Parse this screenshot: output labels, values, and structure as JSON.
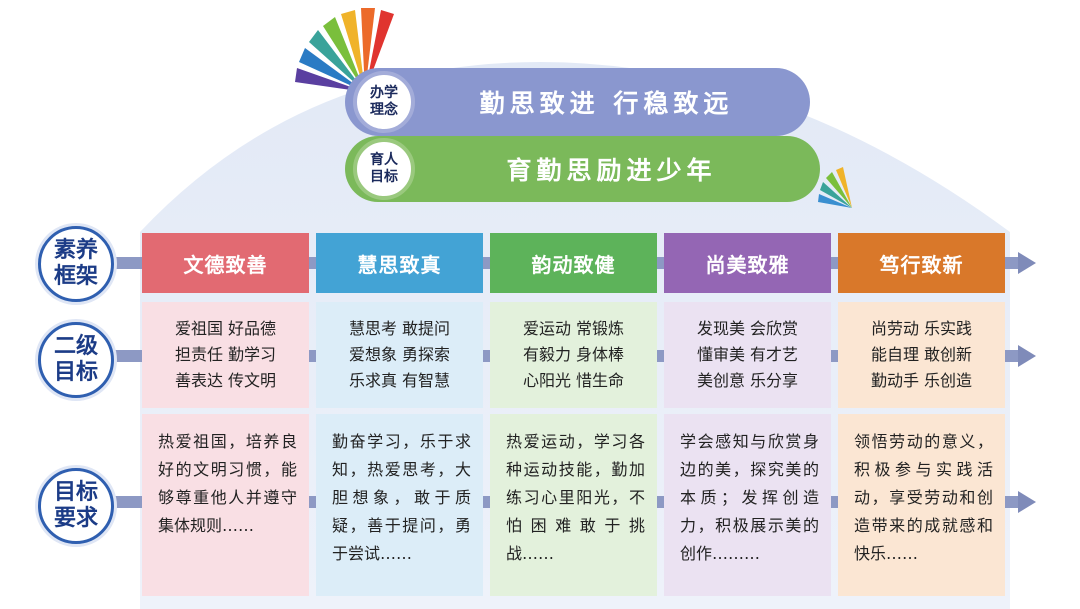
{
  "philosophy": {
    "badge": [
      "办学",
      "理念"
    ],
    "text": "勤思致进 行稳致远"
  },
  "goal": {
    "badge": [
      "育人",
      "目标"
    ],
    "text": "育勤思励进少年"
  },
  "row_labels": [
    [
      "素养",
      "框架"
    ],
    [
      "二级",
      "目标"
    ],
    [
      "目标",
      "要求"
    ]
  ],
  "columns": [
    {
      "header": "文德致善",
      "color": "#e26a72",
      "bg": "#f9dfe4",
      "secondary": [
        "爱祖国 好品德",
        "担责任 勤学习",
        "善表达 传文明"
      ],
      "requirement": "热爱祖国，培养良好的文明习惯，能够尊重他人并遵守集体规则……"
    },
    {
      "header": "慧思致真",
      "color": "#43a3d5",
      "bg": "#dcedf8",
      "secondary": [
        "慧思考 敢提问",
        "爱想象 勇探索",
        "乐求真 有智慧"
      ],
      "requirement": "勤奋学习，乐于求知，热爱思考，大胆想象，敢于质疑，善于提问，勇于尝试……"
    },
    {
      "header": "韵动致健",
      "color": "#5db35a",
      "bg": "#e3f1dc",
      "secondary": [
        "爱运动 常锻炼",
        "有毅力 身体棒",
        "心阳光 惜生命"
      ],
      "requirement": "热爱运动，学习各种运动技能，勤加练习心里阳光，不怕困难敢于挑战……"
    },
    {
      "header": "尚美致雅",
      "color": "#9466b4",
      "bg": "#ebe2f2",
      "secondary": [
        "发现美 会欣赏",
        "懂审美 有才艺",
        "美创意 乐分享"
      ],
      "requirement": "学会感知与欣赏身边的美，探究美的本质；发挥创造力，积极展示美的创作………"
    },
    {
      "header": "笃行致新",
      "color": "#d9782a",
      "bg": "#fbe6d3",
      "secondary": [
        "尚劳动 乐实践",
        "能自理 敢创新",
        "勤动手 乐创造"
      ],
      "requirement": "领悟劳动的意义，积极参与实践活动，享受劳动和创造带来的成就感和快乐……"
    }
  ],
  "colors": {
    "dome": "#e6ecf7",
    "pill1": "#8a97cf",
    "pill2": "#7bb95a",
    "label_ring": "#2f5fb0",
    "arrow": "#8d99c4"
  }
}
